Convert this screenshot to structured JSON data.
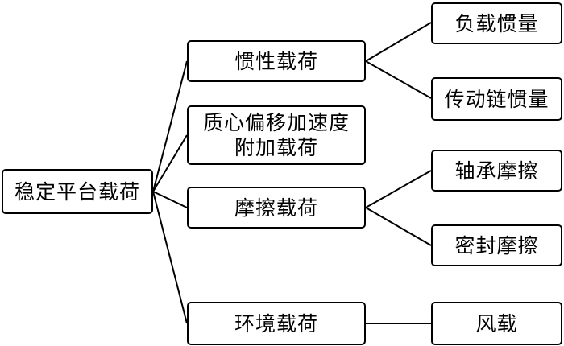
{
  "diagram": {
    "root": {
      "label": "稳定平台载荷"
    },
    "branches": [
      {
        "label": "惯性载荷"
      },
      {
        "label_line1": "质心偏移加速度",
        "label_line2": "附加载荷"
      },
      {
        "label": "摩擦载荷"
      },
      {
        "label": "环境载荷"
      }
    ],
    "leaves": [
      {
        "label": "负载惯量"
      },
      {
        "label": "传动链惯量"
      },
      {
        "label": "轴承摩擦"
      },
      {
        "label": "密封摩擦"
      },
      {
        "label": "风载"
      }
    ],
    "line_color": "#000000",
    "box_border_color": "#000000",
    "text_color": "#000000"
  }
}
